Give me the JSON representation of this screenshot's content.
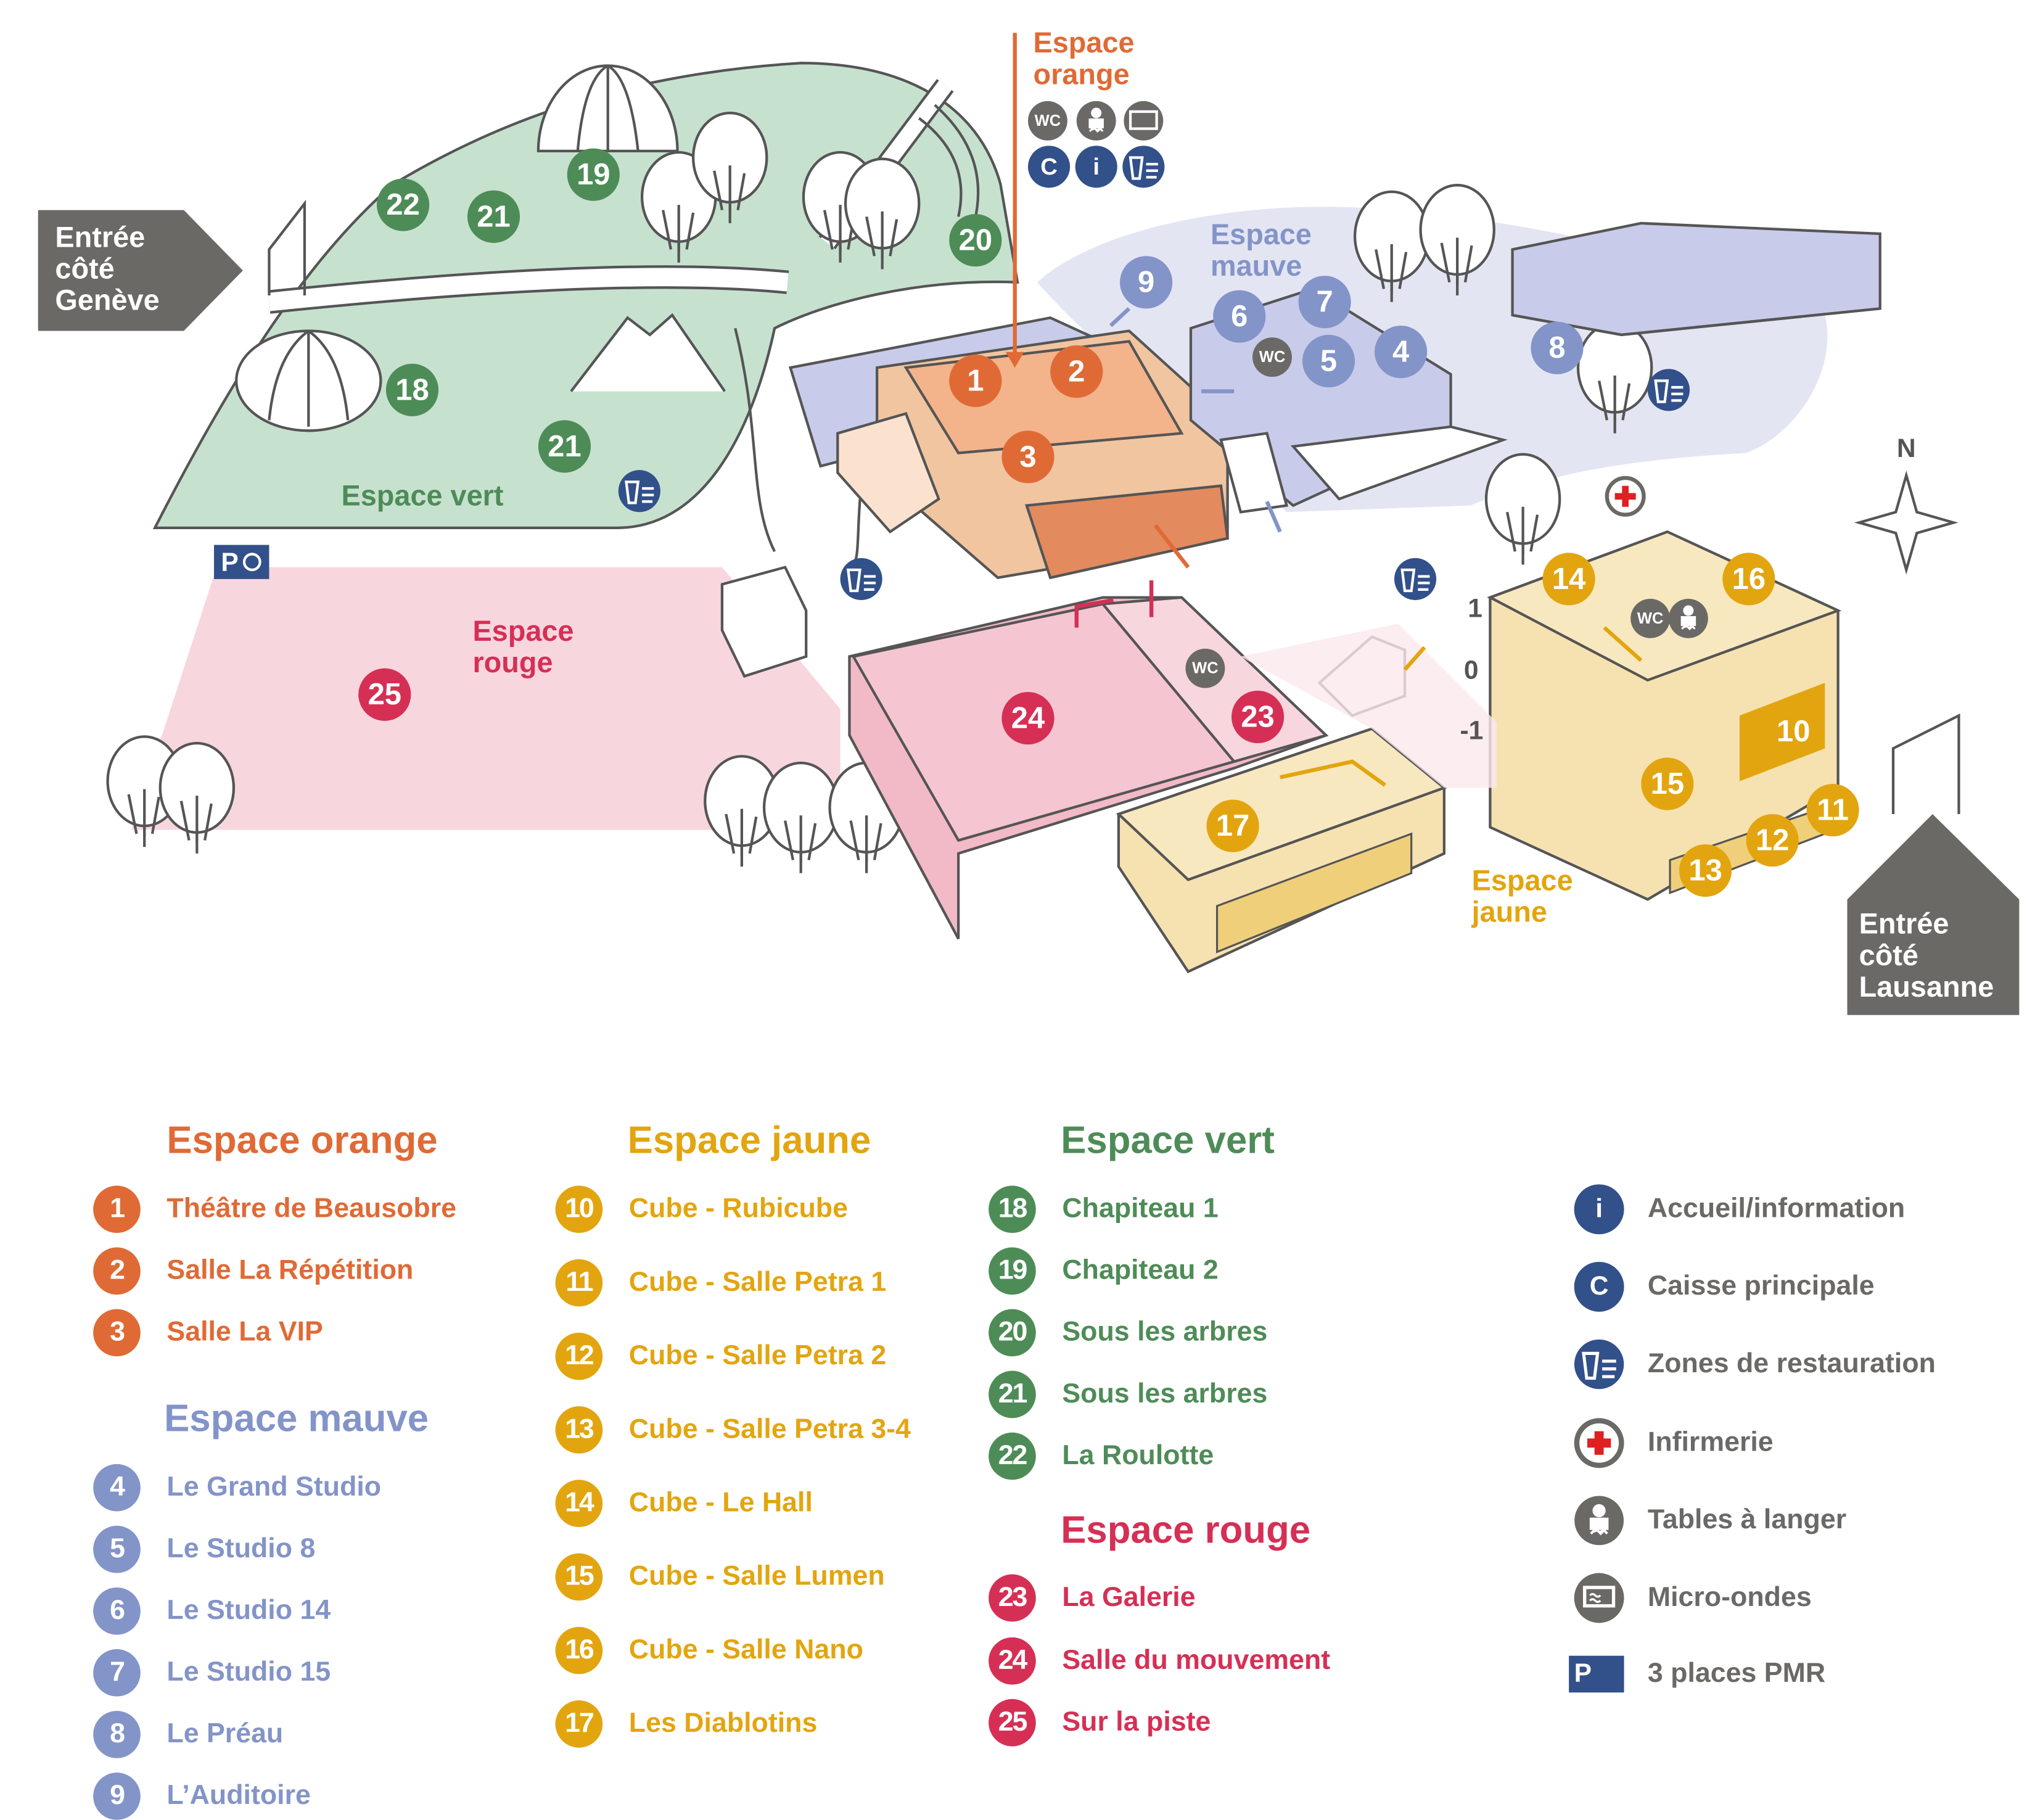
{
  "colors": {
    "orange": "#e06a35",
    "jaune": "#e3a50f",
    "mauve": "#8394c8",
    "vert": "#4e8c57",
    "rouge": "#d62f55",
    "navy": "#32508a",
    "gray": "#6b6966"
  },
  "map": {
    "entrance_geneve": [
      "Entrée",
      "côté",
      "Genève"
    ],
    "entrance_lausanne": [
      "Entrée",
      "côté",
      "Lausanne"
    ],
    "north": "N",
    "zones": {
      "orange": [
        "Espace",
        "orange"
      ],
      "mauve": [
        "Espace",
        "mauve"
      ],
      "vert": "Espace vert",
      "rouge": [
        "Espace",
        "rouge"
      ],
      "jaune": [
        "Espace",
        "jaune"
      ]
    },
    "floors": [
      "1",
      "0",
      "-1"
    ],
    "wc": "WC",
    "parking": "P",
    "markers": [
      "1",
      "2",
      "3",
      "4",
      "5",
      "6",
      "7",
      "8",
      "9",
      "10",
      "11",
      "12",
      "13",
      "14",
      "15",
      "16",
      "17",
      "18",
      "19",
      "20",
      "21",
      "21",
      "22",
      "23",
      "24",
      "25"
    ]
  },
  "legend": {
    "orange": {
      "title": "Espace orange",
      "items": [
        {
          "n": "1",
          "label": "Théâtre de Beausobre"
        },
        {
          "n": "2",
          "label": "Salle La Répétition"
        },
        {
          "n": "3",
          "label": "Salle La VIP"
        }
      ]
    },
    "mauve": {
      "title": "Espace mauve",
      "items": [
        {
          "n": "4",
          "label": "Le Grand Studio"
        },
        {
          "n": "5",
          "label": "Le Studio 8"
        },
        {
          "n": "6",
          "label": "Le Studio 14"
        },
        {
          "n": "7",
          "label": "Le Studio 15"
        },
        {
          "n": "8",
          "label": "Le Préau"
        },
        {
          "n": "9",
          "label": "L’Auditoire"
        }
      ]
    },
    "jaune": {
      "title": "Espace jaune",
      "items": [
        {
          "n": "10",
          "label": "Cube - Rubicube"
        },
        {
          "n": "11",
          "label": "Cube - Salle Petra 1"
        },
        {
          "n": "12",
          "label": "Cube - Salle Petra 2"
        },
        {
          "n": "13",
          "label": "Cube - Salle Petra 3-4"
        },
        {
          "n": "14",
          "label": "Cube - Le Hall"
        },
        {
          "n": "15",
          "label": "Cube - Salle Lumen"
        },
        {
          "n": "16",
          "label": "Cube - Salle Nano"
        },
        {
          "n": "17",
          "label": "Les Diablotins"
        }
      ]
    },
    "vert": {
      "title": "Espace vert",
      "items": [
        {
          "n": "18",
          "label": "Chapiteau 1"
        },
        {
          "n": "19",
          "label": "Chapiteau 2"
        },
        {
          "n": "20",
          "label": "Sous les arbres"
        },
        {
          "n": "21",
          "label": "Sous les arbres"
        },
        {
          "n": "22",
          "label": "La Roulotte"
        }
      ]
    },
    "rouge": {
      "title": "Espace rouge",
      "items": [
        {
          "n": "23",
          "label": "La Galerie"
        },
        {
          "n": "24",
          "label": "Salle du mouvement"
        },
        {
          "n": "25",
          "label": "Sur la piste"
        }
      ]
    },
    "services": [
      {
        "icon": "info-icon",
        "symbol": "i",
        "label": "Accueil/information"
      },
      {
        "icon": "cashier-icon",
        "symbol": "C",
        "label": "Caisse principale"
      },
      {
        "icon": "restaurant-icon",
        "label": "Zones de restauration"
      },
      {
        "icon": "first-aid-icon",
        "label": "Infirmerie"
      },
      {
        "icon": "baby-changing-icon",
        "label": "Tables à langer"
      },
      {
        "icon": "microwave-icon",
        "label": "Micro-ondes"
      },
      {
        "icon": "accessible-parking-icon",
        "symbol": "P",
        "label": "3 places PMR"
      }
    ]
  }
}
